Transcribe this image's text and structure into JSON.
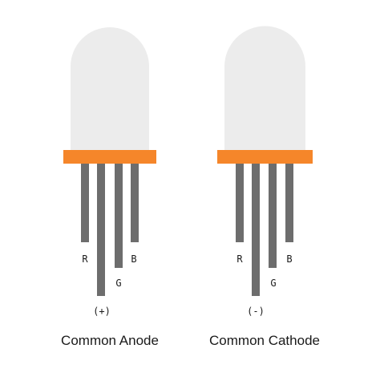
{
  "colors": {
    "bulb": "#ececec",
    "collar": "#f5862a",
    "lead": "#6d6d6d",
    "text": "#1a1a1a"
  },
  "leds": [
    {
      "caption": "Common Anode",
      "pins": [
        {
          "label": "R"
        },
        {
          "label": "(+)"
        },
        {
          "label": "G"
        },
        {
          "label": "B"
        }
      ]
    },
    {
      "caption": "Common Cathode",
      "pins": [
        {
          "label": "R"
        },
        {
          "label": "(-)"
        },
        {
          "label": "G"
        },
        {
          "label": "B"
        }
      ]
    }
  ]
}
